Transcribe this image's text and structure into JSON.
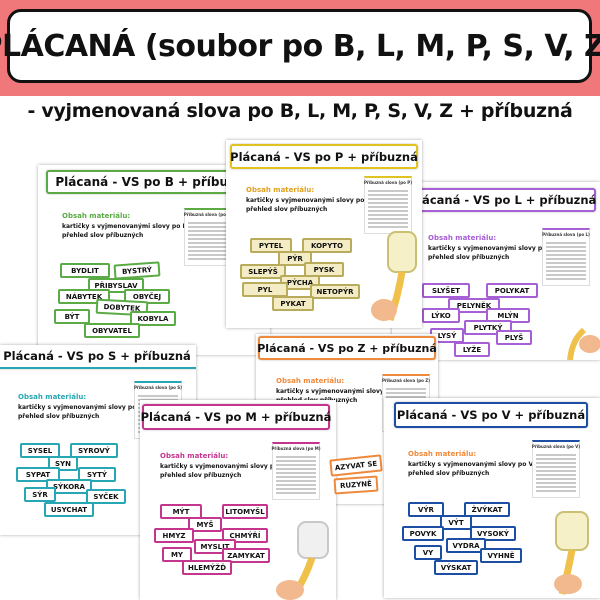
{
  "title": "PLÁCANÁ (soubor po B, L, M, P, S, V, Z)",
  "subtitle": "- vyjmenovaná slova po B, L, M, P, S, V, Z + příbuzná",
  "common": {
    "obsah_heading": "Obsah materiálu:",
    "obsah_line1": "kartičky s vyjmenovanými slovy po",
    "obsah_line2": "přehled slov příbuzných"
  },
  "panels": {
    "b": {
      "header": "Plácaná - VS po B + příbuzná",
      "letter": "B",
      "color": "#5aab45",
      "mini_title": "Příbuzná slova (po B)",
      "cards": [
        "BYDLIT",
        "BYSTRÝ",
        "PŘIBYSLAV",
        "NÁBYTEK",
        "OBYČEJ",
        "DOBYTEK",
        "BÝT",
        "KOBYLA",
        "OBYVATEL"
      ]
    },
    "p": {
      "header": "Plácaná - VS po P + příbuzná",
      "letter": "P",
      "color": "#e0c320",
      "mini_title": "Příbuzná slova (po P)",
      "cards": [
        "PYTEL",
        "KOPYTO",
        "PÝR",
        "SLEPÝŠ",
        "PYSK",
        "PÝCHA",
        "PYL",
        "NETOPÝR",
        "PYKAT"
      ]
    },
    "l": {
      "header": "Plácaná - VS po L + příbuzná",
      "letter": "L",
      "color": "#a65fd4",
      "mini_title": "Příbuzná slova (po L)",
      "cards": [
        "SLYŠET",
        "POLYKAT",
        "PELYNĚK",
        "LÝKO",
        "MLÝN",
        "PLYTKÝ",
        "LYSÝ",
        "PLYŠ",
        "LYŽE"
      ]
    },
    "s": {
      "header": "Plácaná - VS po S + příbuzná",
      "letter": "S",
      "color": "#27a7b3",
      "mini_title": "Příbuzná slova (po S)",
      "cards": [
        "SYSEL",
        "SYROVÝ",
        "SYN",
        "SYPAT",
        "SYTÝ",
        "SÝKORA",
        "SÝR",
        "SYČEK",
        "USYCHAT"
      ]
    },
    "z": {
      "header": "Plácaná - VS po Z + příbuzná",
      "letter": "Z",
      "color": "#ef8a3c",
      "mini_title": "Příbuzná slova (po Z)",
      "cards": [
        "AZYVAT SE",
        "RUZYNĚ"
      ]
    },
    "m": {
      "header": "Plácaná - VS po M + příbuzná",
      "letter": "M",
      "color": "#c4358e",
      "mini_title": "Příbuzná slova (po M)",
      "cards": [
        "MÝT",
        "LITOMYŠL",
        "MYŠ",
        "HMYZ",
        "CHMÝŘÍ",
        "MYSLIT",
        "MY",
        "ZAMYKAT",
        "HLEMÝŽĎ"
      ]
    },
    "v": {
      "header": "Plácaná - VS po V + příbuzná",
      "letter": "V",
      "color": "#1c4fa3",
      "mini_title": "Příbuzná slova (po V)",
      "cards": [
        "VÝR",
        "ŽVÝKAT",
        "VÝT",
        "POVYK",
        "VYSOKÝ",
        "VY",
        "VYDRA",
        "VYHNĚ",
        "VÝSKAT"
      ]
    }
  }
}
